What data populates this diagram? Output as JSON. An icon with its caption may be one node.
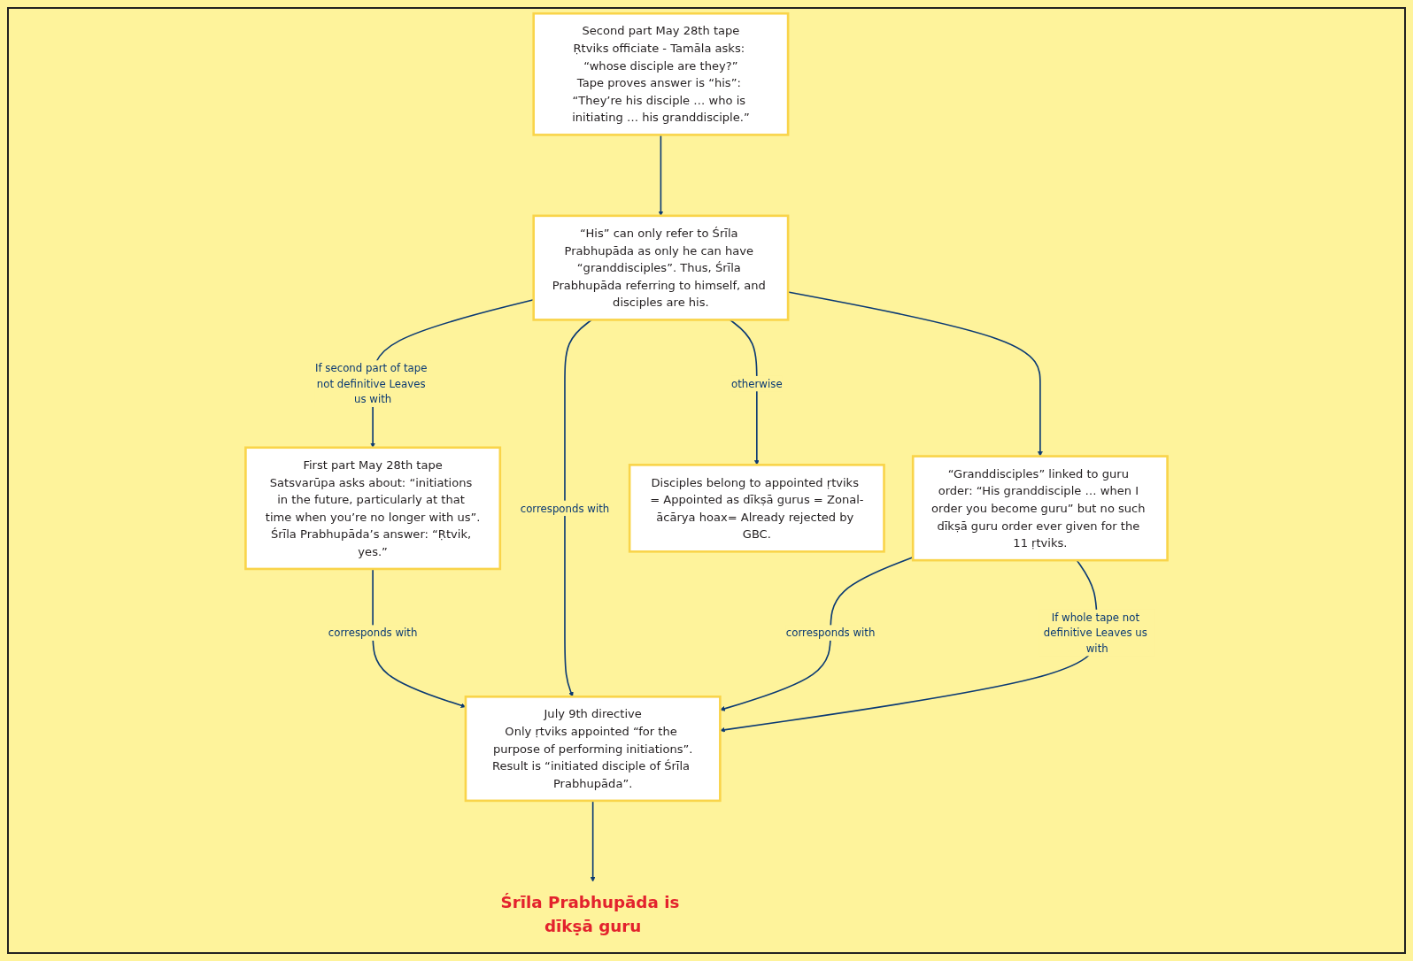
{
  "diagram": {
    "nodes": [
      {
        "text": [
          "First part May 28th tape",
          "Satsvarūpa asks about: “initiations in the future, particularly at that time when you’re no longer with us”.",
          "Śrīla Prabhupāda’s answer: “Ṛtvik, yes.”"
        ]
      },
      {
        "text": [
          "Second part May 28th tape",
          "Ṛtviks officiate - Tamāla asks: “whose disciple are they?”",
          "Tape proves answer is “his”: “They’re his disciple … who is initiating … his granddisciple.”"
        ]
      },
      {
        "text": [
          "“His” can only refer to Śrīla Prabhupāda as only he can have “granddisciples”. Thus, Śrīla Prabhupāda referring to himself, and disciples are his."
        ]
      },
      {
        "text": [
          "July 9th directive",
          "Only ṛtviks appointed “for the purpose of performing initiations”.",
          "Result is “initiated disciple of Śrīla Prabhupāda”."
        ]
      },
      {
        "text": [
          "“Granddisciples” linked to guru order: “His granddisciple … when I order you become guru” but no such dīkṣā guru order ever given for the 11 ṛtviks."
        ]
      },
      {
        "text": [
          "Disciples belong to appointed ṛtviks = Appointed as dīkṣā gurus = Zonal-ācārya hoax= Already rejected by GBC."
        ]
      },
      {
        "text": [
          "Śrīla Prabhupāda is dīkṣā guru"
        ]
      }
    ],
    "edges": [
      {
        "from": 0,
        "to": 3,
        "arrow": "to",
        "label": "corresponds with"
      },
      {
        "from": 1,
        "to": 2,
        "arrow": "to"
      },
      {
        "from": 2,
        "to": 0,
        "arrow": "to",
        "label": "If second part of tape not definitive Leaves us with"
      },
      {
        "from": 2,
        "to": 3,
        "arrow": "to",
        "label": "corresponds with"
      },
      {
        "from": 2,
        "to": 4,
        "arrow": "to"
      },
      {
        "from": 4,
        "to": 3,
        "arrow": "to",
        "label": "corresponds with"
      },
      {
        "from": 4,
        "to": 3,
        "arrow": "to",
        "label": "If whole tape not definitive Leaves us with"
      },
      {
        "from": 2,
        "to": 5,
        "arrow": "to",
        "label": "otherwise"
      },
      {
        "from": 3,
        "to": 6,
        "arrow": "to"
      }
    ]
  }
}
